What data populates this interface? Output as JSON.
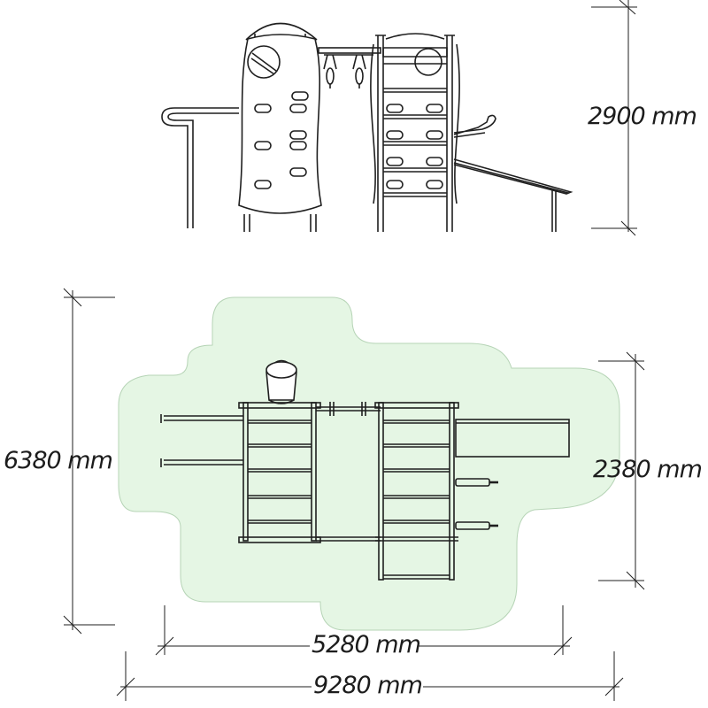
{
  "dimensions": {
    "height": "2900 mm",
    "width": "6380 mm",
    "depth": "2380 mm",
    "inner_length": "5280 mm",
    "total_length": "9280 mm"
  },
  "colors": {
    "safety_zone_fill": "#e5f6e4",
    "safety_zone_stroke": "#b6d4b6",
    "line": "#1f1f1f"
  }
}
